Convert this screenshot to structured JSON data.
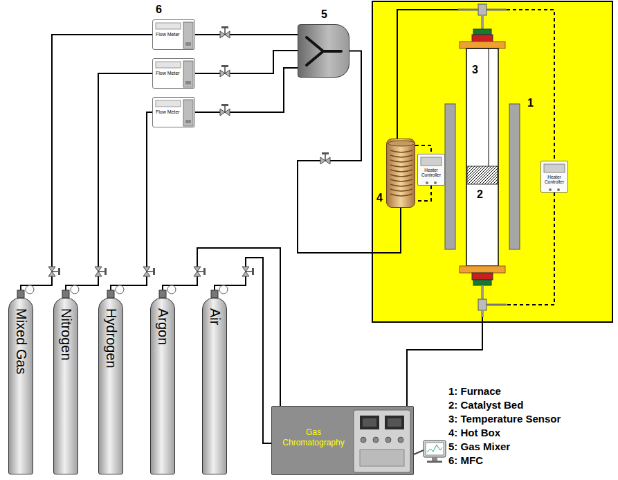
{
  "diagram": {
    "nodes": [
      {
        "text": [
          "6",
          "Flow Meter"
        ]
      },
      {
        "text": [
          "Flow Meter"
        ]
      },
      {
        "text": [
          "Flow Meter"
        ]
      },
      {
        "text": [
          "5"
        ]
      },
      {
        "text": [
          "4"
        ]
      },
      {
        "text": [
          "Heater Controller"
        ]
      },
      {
        "text": [
          "3",
          "2"
        ]
      },
      {
        "text": [
          "Heater Controller"
        ]
      },
      {
        "text": [
          "Mixed Gas"
        ]
      },
      {
        "text": [
          "Nitrogen"
        ]
      },
      {
        "text": [
          "Hydrogen"
        ]
      },
      {
        "text": [
          "Argon"
        ]
      },
      {
        "text": [
          "Air"
        ]
      },
      {
        "text": [
          "Gas Chromatography"
        ]
      }
    ],
    "edges": [
      {
        "from": 8,
        "to": 0,
        "arrow": "none"
      },
      {
        "from": 9,
        "to": 1,
        "arrow": "none"
      },
      {
        "from": 10,
        "to": 2,
        "arrow": "none"
      },
      {
        "from": 0,
        "to": 3,
        "arrow": "none"
      },
      {
        "from": 1,
        "to": 3,
        "arrow": "none"
      },
      {
        "from": 2,
        "to": 3,
        "arrow": "none"
      },
      {
        "from": 3,
        "to": 4,
        "arrow": "none"
      },
      {
        "from": 4,
        "to": 6,
        "arrow": "none"
      },
      {
        "from": 4,
        "to": 5,
        "arrow": "none"
      },
      {
        "from": 5,
        "to": 4,
        "arrow": "none"
      },
      {
        "from": 6,
        "to": 7,
        "arrow": "none"
      },
      {
        "from": 7,
        "to": 6,
        "arrow": "none"
      },
      {
        "from": 6,
        "to": 13,
        "arrow": "none"
      },
      {
        "from": 11,
        "to": 13,
        "arrow": "none"
      },
      {
        "from": 12,
        "to": 13,
        "arrow": "none"
      }
    ],
    "labels": [
      "1",
      "1: Furnace",
      "2: Catalyst Bed",
      "3: Temperature Sensor",
      "4: Hot Box",
      "5: Gas Mixer",
      "6: MFC"
    ]
  }
}
